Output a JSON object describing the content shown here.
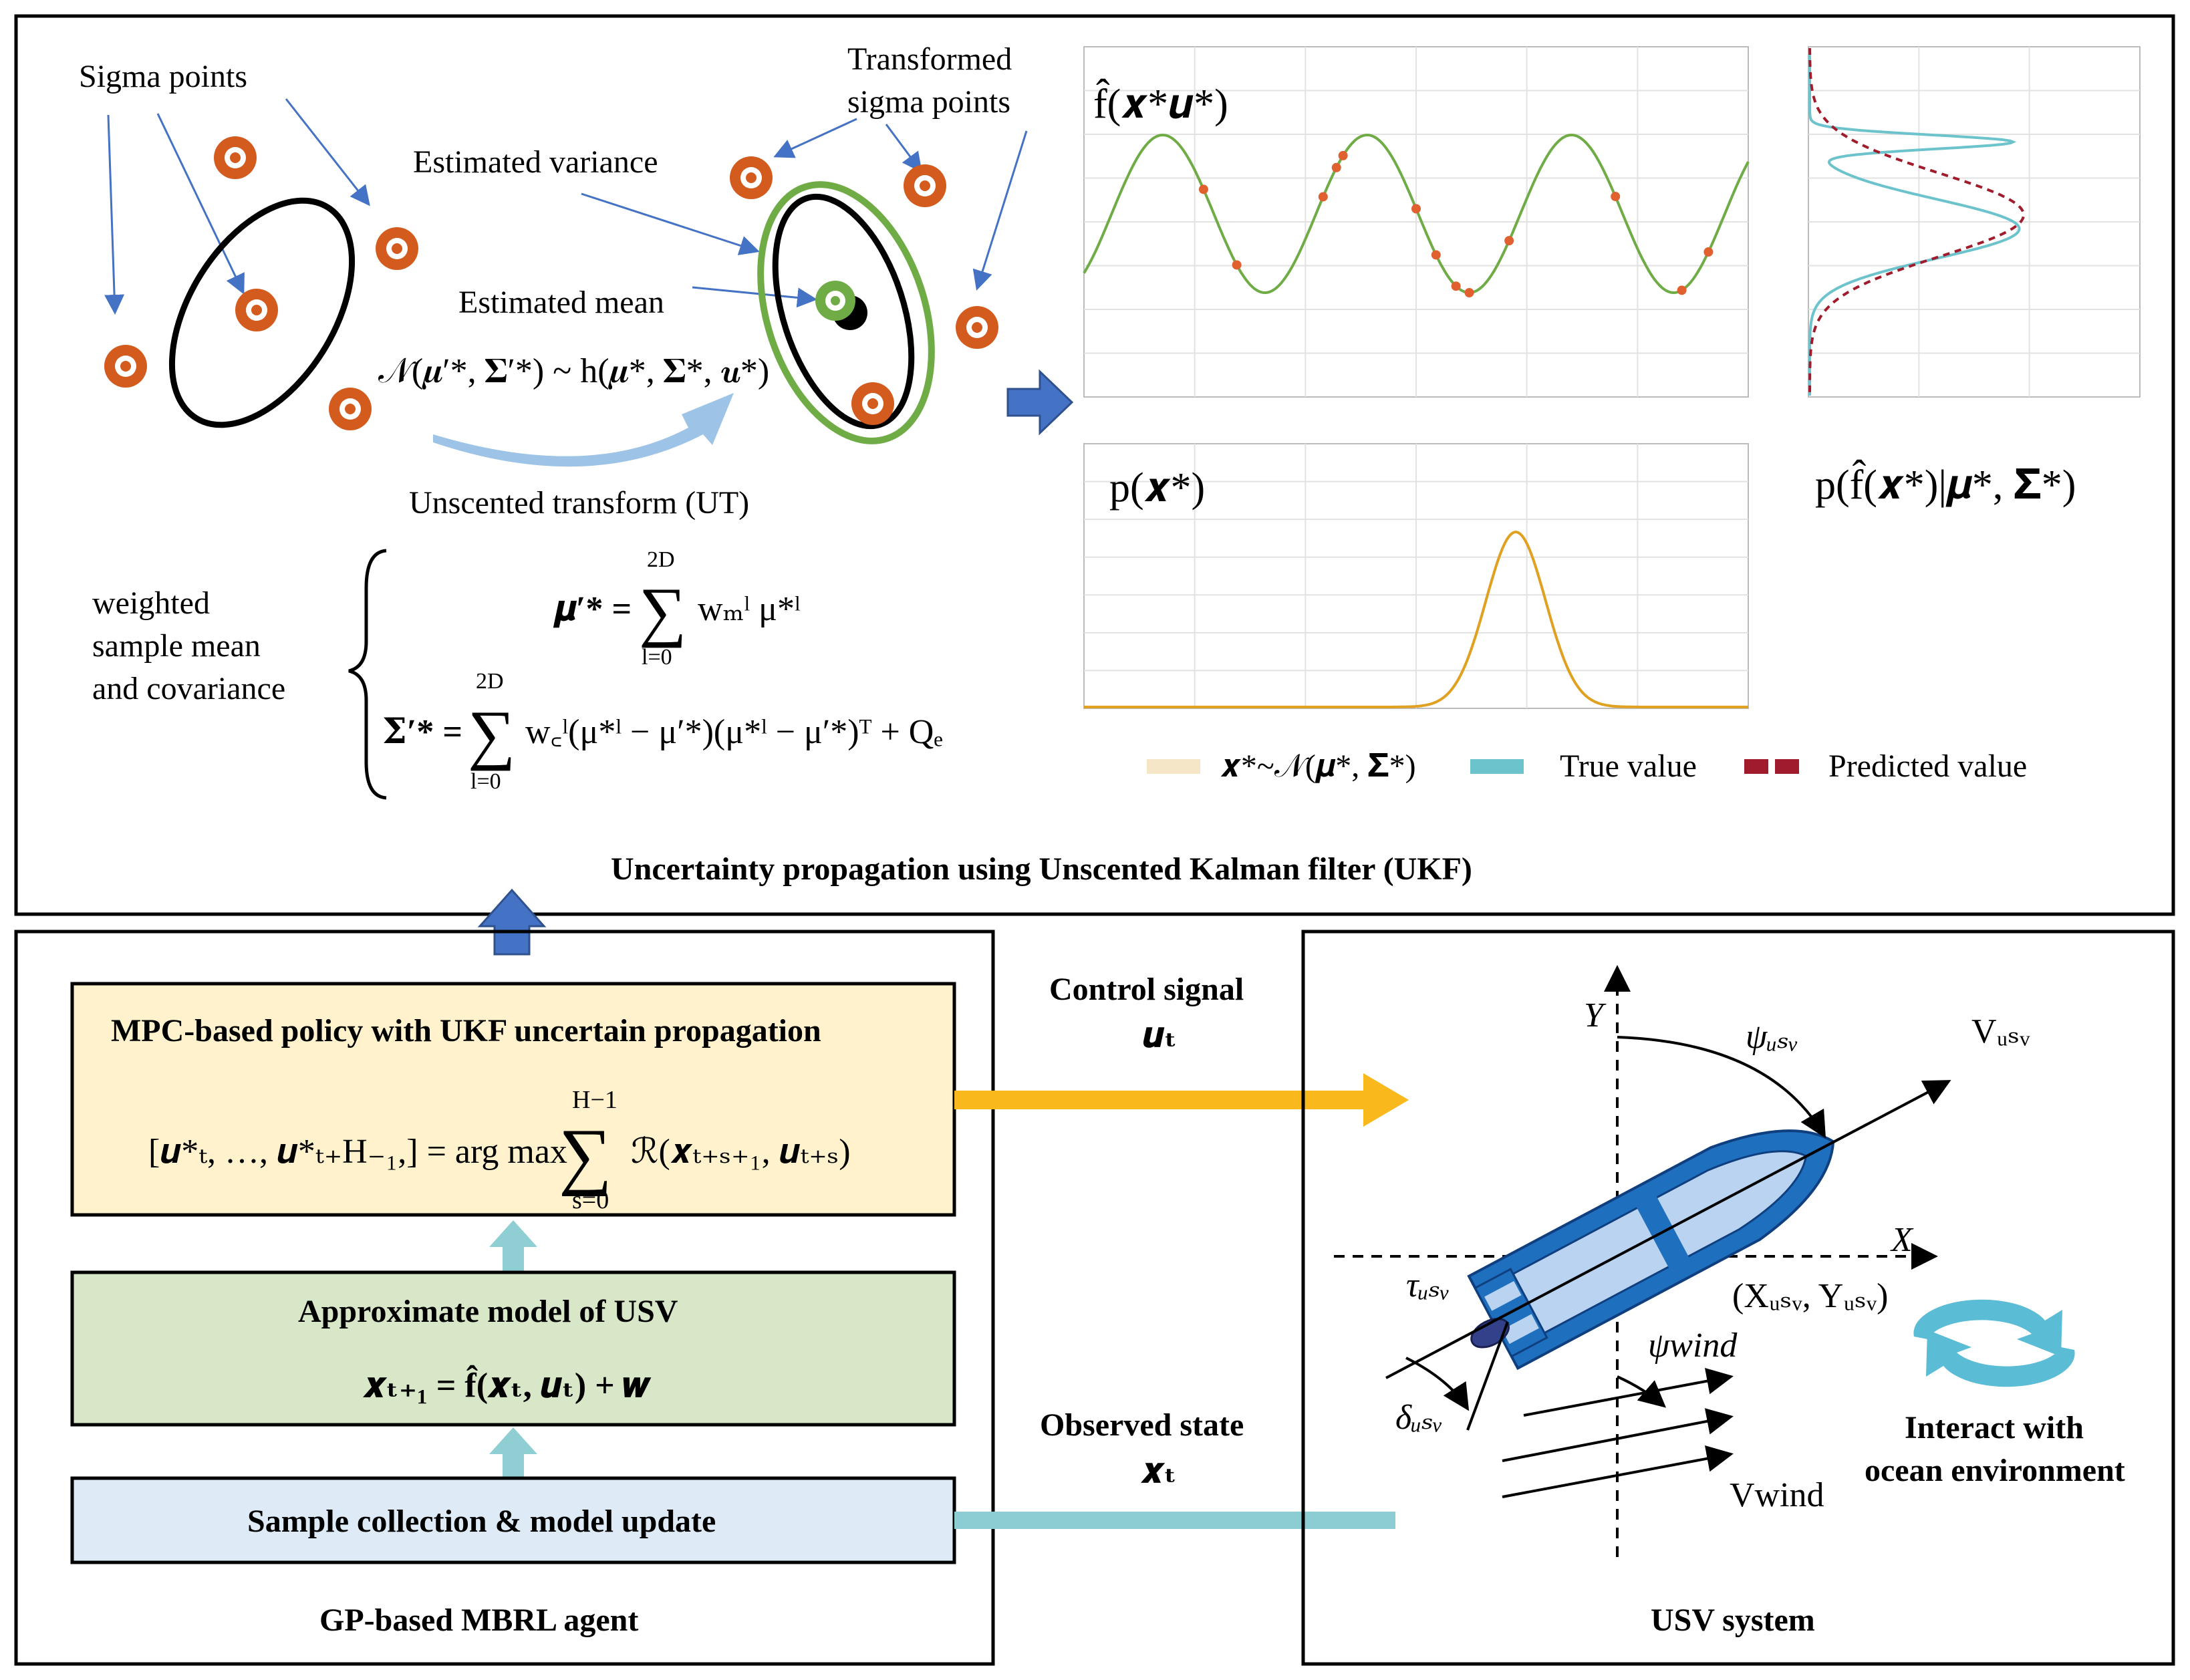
{
  "top_panel": {
    "caption": "Uncertainty propagation using Unscented Kalman filter (UKF)",
    "sigma_points_label": "Sigma points",
    "transformed_label_1": "Transformed",
    "transformed_label_2": "sigma points",
    "estimated_variance_label": "Estimated variance",
    "estimated_mean_label": "Estimated mean",
    "ut_equation": "𝒩(𝝁′*, 𝚺′*) ~ h(𝝁*, 𝚺*, 𝒖*)",
    "ut_label": "Unscented transform (UT)",
    "weighted_1": "weighted",
    "weighted_2": "sample mean",
    "weighted_3": "and covariance",
    "mean_eq_lhs": "𝝁′* =",
    "mean_eq_sum_top": "2D",
    "mean_eq_sum_bottom": "l=0",
    "mean_eq_rhs": "wₘˡ μ*ˡ",
    "cov_eq_lhs": "𝚺′* =",
    "cov_eq_sum_top": "2D",
    "cov_eq_sum_bottom": "l=0",
    "cov_eq_rhs": "w꜀ˡ(μ*ˡ − μ′*)(μ*ˡ − μ′*)ᵀ + Qₑ",
    "plot_f_label": "f̂(𝒙*𝒖*)",
    "plot_p_label": "p(𝒙*)",
    "plot_pf_label": "p(f̂(𝒙*)|𝝁*, 𝚺*)",
    "legend": [
      {
        "label": "𝒙*~𝒩(𝝁*, 𝚺*)",
        "color": "#f5e6c8"
      },
      {
        "label": "True value",
        "color": "#6cc3cc"
      },
      {
        "label": "Predicted value",
        "color": "#a01c2c"
      }
    ],
    "colors": {
      "sigma_point": "#d35b1e",
      "ellipse_green": "#6fac46",
      "curve_green": "#6fac46",
      "curve_orange": "#e0a020",
      "arrow_blue": "#4472c4",
      "ut_arrow": "#9dc3e6"
    }
  },
  "agent": {
    "caption": "GP-based MBRL agent",
    "mpc_title": "MPC-based policy with UKF uncertain propagation",
    "mpc_eq": "[𝒖*ₜ, …, 𝒖*ₜ₊H₋₁,] = arg max",
    "mpc_sum_top": "H−1",
    "mpc_sum_bottom": "s=0",
    "mpc_eq_rhs": "ℛ(𝒙ₜ₊ₛ₊₁, 𝒖ₜ₊ₛ)",
    "model_title": "Approximate model of USV",
    "model_eq": "𝒙ₜ₊₁ = f̂(𝒙ₜ, 𝒖ₜ) + 𝒘",
    "sample_label": "Sample collection & model update",
    "colors": {
      "mpc_bg": "#fff2cc",
      "model_bg": "#d9e7c9",
      "sample_bg": "#deebf7",
      "up_arrow": "#8fcfd4"
    }
  },
  "signals": {
    "control_label": "Control signal",
    "control_var": "𝒖ₜ",
    "observed_label": "Observed state",
    "observed_var": "𝒙ₜ",
    "control_color": "#f9b81b",
    "observed_color": "#8ccdd3"
  },
  "usv": {
    "caption": "USV system",
    "axis_y": "Y",
    "axis_x": "X",
    "psi_usv": "ψᵤₛᵥ",
    "v_usv": "Vᵤₛᵥ",
    "tau_usv": "τᵤₛᵥ",
    "pos_usv": "(Xᵤₛᵥ, Yᵤₛᵥ)",
    "psi_wind": "ψwind",
    "delta_usv": "δᵤₛᵥ",
    "v_wind": "Vwind",
    "interact_1": "Interact with",
    "interact_2": "ocean environment",
    "colors": {
      "hull": "#1f6fbf",
      "deck": "#b9d3f0",
      "cycle": "#5bbcd6"
    }
  }
}
